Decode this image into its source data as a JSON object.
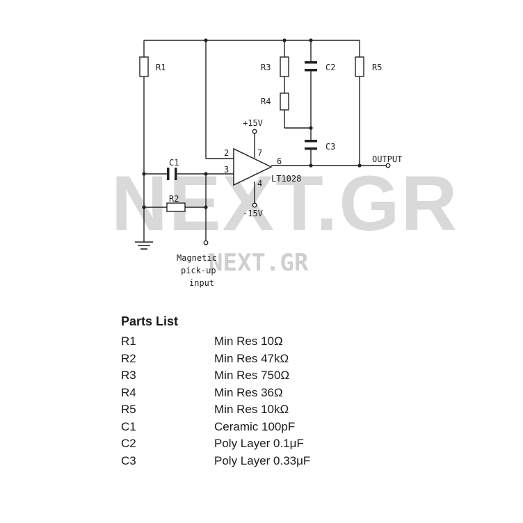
{
  "watermark": {
    "large": "NEXT.GR",
    "small": "NEXT.GR"
  },
  "schematic": {
    "resistors": [
      "R1",
      "R2",
      "R3",
      "R4",
      "R5"
    ],
    "capacitors": [
      "C1",
      "C2",
      "C3"
    ],
    "opamp": {
      "label": "LT1028",
      "pin_inverting": "2",
      "pin_noninverting": "3",
      "pin_output": "6",
      "pin_vplus": "7",
      "pin_vminus": "4"
    },
    "supply_positive": "+15V",
    "supply_negative": "-15V",
    "output_label": "OUTPUT",
    "input_label_lines": [
      "Magnetic",
      "pick-up",
      "input"
    ]
  },
  "parts_list": {
    "title": "Parts List",
    "items": [
      {
        "ref": "R1",
        "desc": "Min Res 10Ω"
      },
      {
        "ref": "R2",
        "desc": "Min Res 47kΩ"
      },
      {
        "ref": "R3",
        "desc": "Min Res 750Ω"
      },
      {
        "ref": "R4",
        "desc": "Min Res 36Ω"
      },
      {
        "ref": "R5",
        "desc": "Min Res 10kΩ"
      },
      {
        "ref": "C1",
        "desc": "Ceramic 100pF"
      },
      {
        "ref": "C2",
        "desc": "Poly Layer 0.1μF"
      },
      {
        "ref": "C3",
        "desc": "Poly Layer 0.33μF"
      }
    ]
  }
}
